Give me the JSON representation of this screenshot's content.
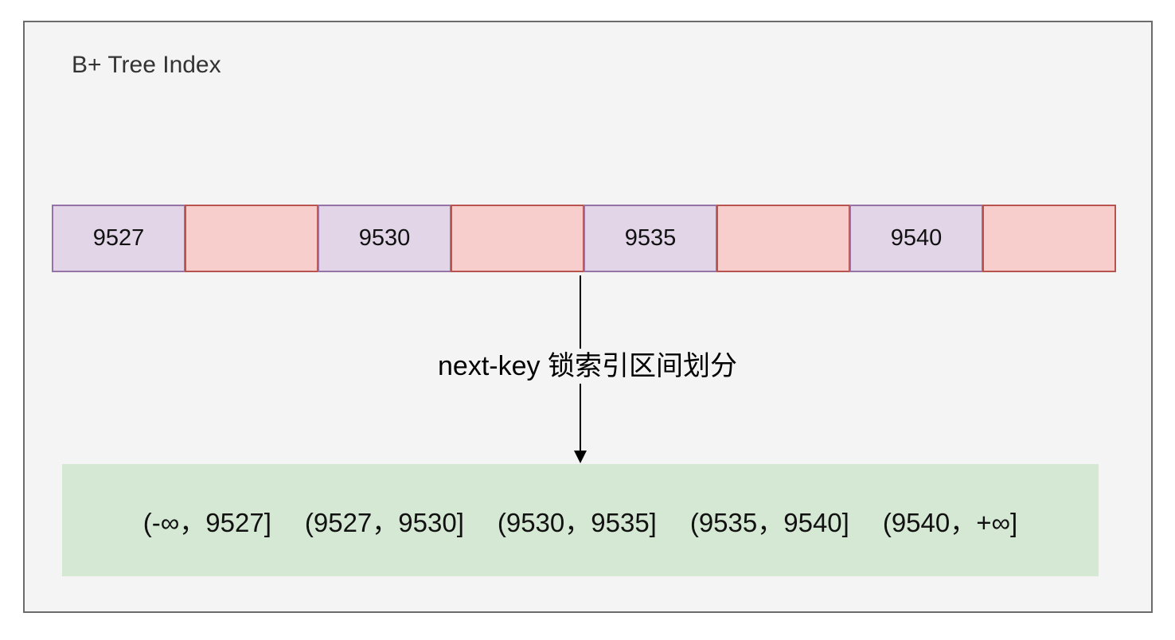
{
  "diagram": {
    "title": "B+ Tree Index",
    "index_cells": [
      {
        "label": "9527",
        "kind": "key"
      },
      {
        "label": "",
        "kind": "gap"
      },
      {
        "label": "9530",
        "kind": "key"
      },
      {
        "label": "",
        "kind": "gap"
      },
      {
        "label": "9535",
        "kind": "key"
      },
      {
        "label": "",
        "kind": "gap"
      },
      {
        "label": "9540",
        "kind": "key"
      },
      {
        "label": "",
        "kind": "gap"
      }
    ],
    "arrow_label": "next-key 锁索引区间划分",
    "ranges": [
      "(-∞，9527]",
      "(9527，9530]",
      "(9530，9535]",
      "(9535，9540]",
      "(9540，+∞]"
    ],
    "colors": {
      "frame_fill": "#f4f4f4",
      "frame_border": "#6b6b6b",
      "key_fill": "#e1d5e7",
      "key_border": "#9673a6",
      "gap_fill": "#f8cecc",
      "gap_border": "#b85450",
      "range_fill": "#d5e8d4"
    }
  }
}
